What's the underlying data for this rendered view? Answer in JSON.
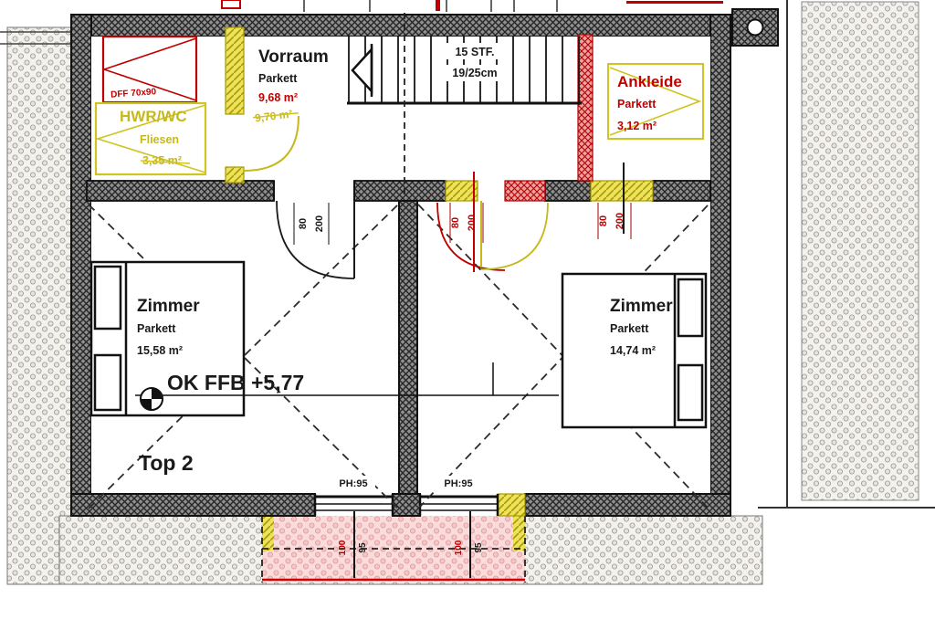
{
  "plan": {
    "unit_label": "Top 2",
    "level_label": "OK FFB +5,77",
    "rooms": {
      "vorraum": {
        "name": "Vorraum",
        "floor": "Parkett",
        "area": "9,68 m²",
        "area_old": "9,70 m²"
      },
      "hwr_wc": {
        "name": "HWR/WC",
        "floor": "Fliesen",
        "area": "3,35 m²"
      },
      "ankleide": {
        "name": "Ankleide",
        "floor": "Parkett",
        "area": "3,12 m²"
      },
      "zimmer_west": {
        "name": "Zimmer",
        "floor": "Parkett",
        "area": "15,58 m²"
      },
      "zimmer_east": {
        "name": "Zimmer",
        "floor": "Parkett",
        "area": "14,74 m²"
      }
    },
    "stair": {
      "steps_label": "15 STF.",
      "step_size_label": "19/25cm"
    },
    "roof_window_label": "DFF 70x90",
    "door_dim": {
      "width": "80",
      "height": "200"
    },
    "window": {
      "parapet_label": "PH:95",
      "dim_width": "100",
      "dim_height": "95"
    },
    "colors": {
      "new_red": "#c00000",
      "old_yellow": "#c6b91c",
      "wall_gray": "#909090",
      "pink_zone": "#fadcdc"
    }
  }
}
